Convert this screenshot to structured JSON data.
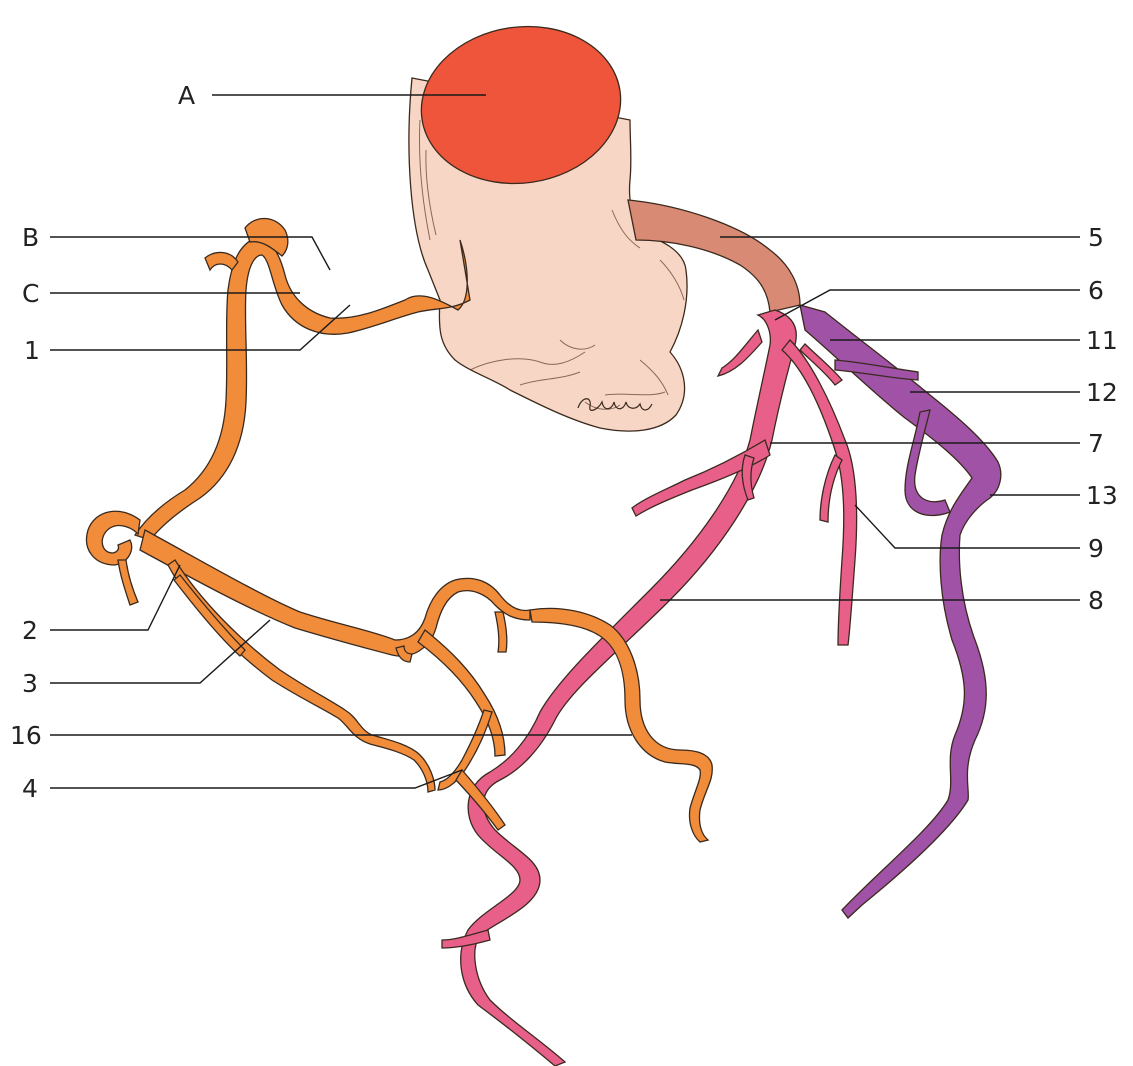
{
  "colors": {
    "aorta_opening": "#ef553b",
    "aorta_wall": "#f8d6c6",
    "right_coronary": "#f08c3a",
    "left_main": "#d88a74",
    "lad": "#e8608a",
    "circumflex": "#a052a6",
    "outline": "#3a2a1e",
    "label_text": "#222222"
  },
  "icons": {
    "aorta": "aorta-shape",
    "right_coronary_artery": "orange-vessel",
    "left_main_coronary": "tan-vessel",
    "left_anterior_descending": "pink-vessel",
    "circumflex_artery": "purple-vessel"
  },
  "labels": {
    "left": [
      "A",
      "B",
      "C",
      "1",
      "2",
      "3",
      "16",
      "4"
    ],
    "right": [
      "5",
      "6",
      "11",
      "12",
      "7",
      "13",
      "9",
      "8"
    ]
  }
}
